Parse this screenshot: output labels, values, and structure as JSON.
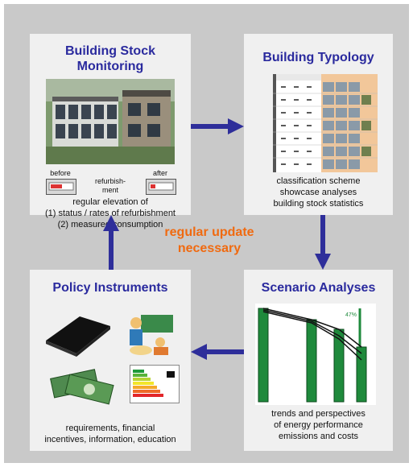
{
  "center_text": [
    "regular update",
    "necessary"
  ],
  "boxes": {
    "monitoring": {
      "title": [
        "Building Stock",
        "Monitoring"
      ],
      "before": "before",
      "after": "after",
      "refurb": [
        "refurbish-",
        "ment"
      ],
      "caption": [
        "regular elevation of",
        "(1) status / rates of refurbishment",
        "(2)  measured consumption"
      ]
    },
    "typology": {
      "title": "Building Typology",
      "caption": [
        "classification scheme",
        "showcase analyses",
        "building stock statistics"
      ]
    },
    "policy": {
      "title": "Policy Instruments",
      "caption": [
        "requirements, financial",
        "incentives, information, education"
      ]
    },
    "scenario": {
      "title": "Scenario Analyses",
      "chart_label": "47%",
      "caption": [
        "trends and perspectives",
        "of energy performance",
        "emissions and costs"
      ]
    }
  },
  "colors": {
    "background": "#c9c9c9",
    "box": "#f0f0f0",
    "title": "#2a2a9e",
    "arrow": "#2e2e9a",
    "highlight": "#f06a10",
    "bars": "#1f8a3c"
  }
}
